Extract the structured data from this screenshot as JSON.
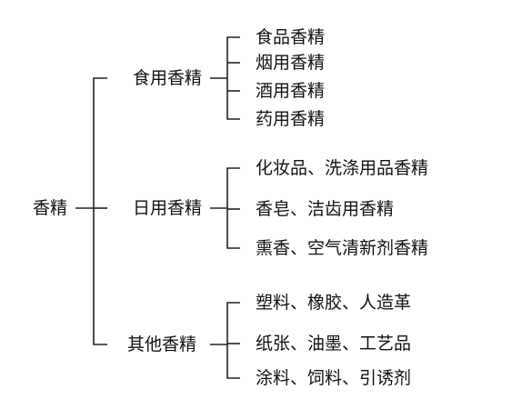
{
  "root": {
    "label": "香精"
  },
  "categories": [
    {
      "label": "食用香精",
      "items": [
        "食品香精",
        "烟用香精",
        "酒用香精",
        "药用香精"
      ]
    },
    {
      "label": "日用香精",
      "items": [
        "化妆品、洗涤用品香精",
        "香皂、洁齿用香精",
        "熏香、空气清新剂香精"
      ]
    },
    {
      "label": "其他香精",
      "items": [
        "塑料、橡胶、人造革",
        "纸张、油墨、工艺品",
        "涂料、饲料、引诱剂"
      ]
    }
  ],
  "colors": {
    "line": "#222222",
    "text": "#111111",
    "background": "#ffffff"
  }
}
